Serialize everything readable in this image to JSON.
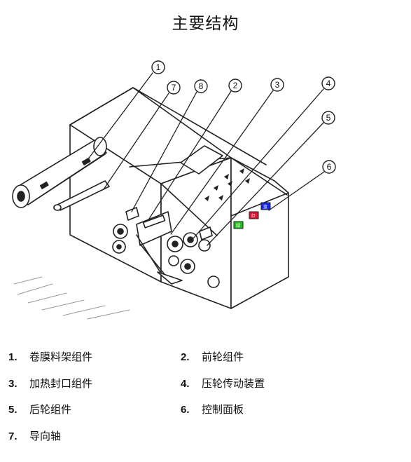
{
  "title": "主要结构",
  "callouts": [
    "1",
    "7",
    "8",
    "2",
    "3",
    "4",
    "5",
    "6"
  ],
  "buttons": [
    "绿",
    "红",
    "蓝"
  ],
  "legend": [
    {
      "num": "1.",
      "label": "卷膜料架组件"
    },
    {
      "num": "2.",
      "label": "前轮组件"
    },
    {
      "num": "3.",
      "label": "加热封口组件"
    },
    {
      "num": "4.",
      "label": "压轮传动装置"
    },
    {
      "num": "5.",
      "label": "后轮组件"
    },
    {
      "num": "6.",
      "label": "控制面板"
    },
    {
      "num": "7.",
      "label": "导向轴"
    }
  ]
}
